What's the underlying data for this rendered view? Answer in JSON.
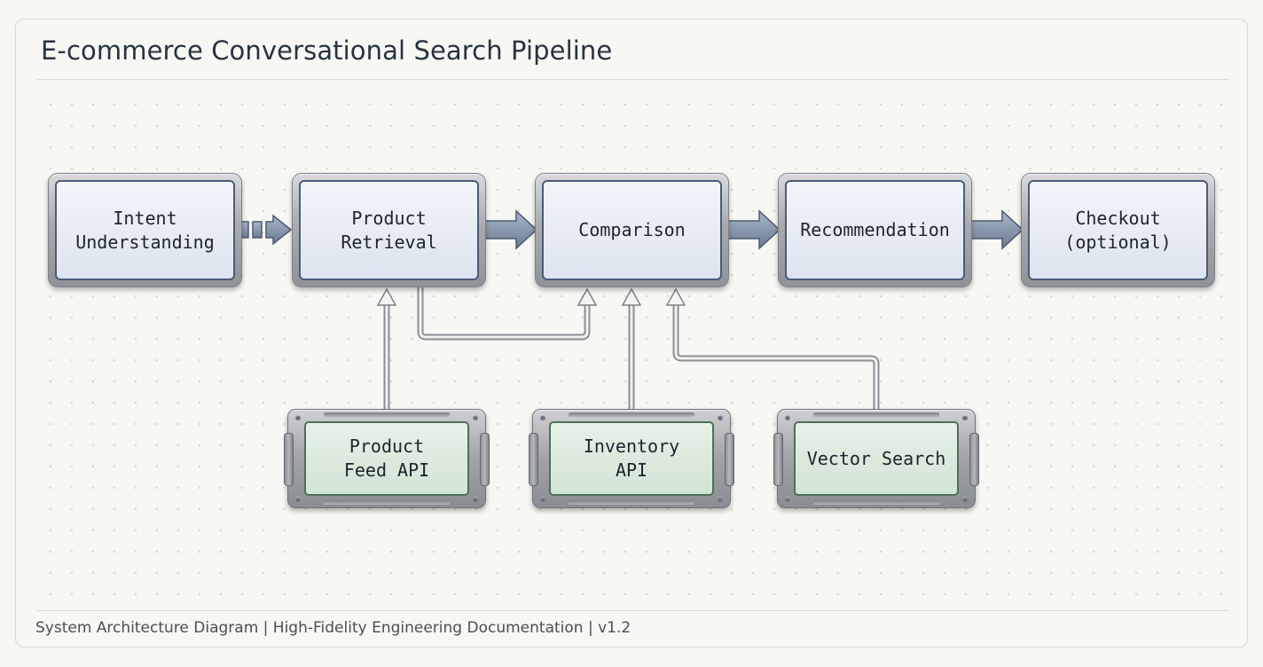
{
  "title": "E-commerce Conversational Search Pipeline",
  "footer": "System Architecture Diagram | High-Fidelity Engineering Documentation | v1.2",
  "pipeline": [
    {
      "id": "intent",
      "label": "Intent\nUnderstanding"
    },
    {
      "id": "retrieval",
      "label": "Product\nRetrieval"
    },
    {
      "id": "comparison",
      "label": "Comparison"
    },
    {
      "id": "recommendation",
      "label": "Recommendation"
    },
    {
      "id": "checkout",
      "label": "Checkout\n(optional)"
    }
  ],
  "sources": [
    {
      "id": "feed",
      "label": "Product\nFeed API"
    },
    {
      "id": "inventory",
      "label": "Inventory\nAPI"
    },
    {
      "id": "vector",
      "label": "Vector Search"
    }
  ],
  "edges": [
    {
      "from": "intent",
      "to": "retrieval",
      "style": "dashed"
    },
    {
      "from": "retrieval",
      "to": "comparison",
      "style": "solid"
    },
    {
      "from": "comparison",
      "to": "recommendation",
      "style": "solid"
    },
    {
      "from": "recommendation",
      "to": "checkout",
      "style": "solid"
    },
    {
      "from": "feed",
      "to": "retrieval",
      "style": "pipe"
    },
    {
      "from": "retrieval",
      "to": "comparison",
      "style": "pipe"
    },
    {
      "from": "inventory",
      "to": "comparison",
      "style": "pipe"
    },
    {
      "from": "vector",
      "to": "comparison",
      "style": "pipe"
    }
  ],
  "colors": {
    "stage_border": "#4a5c78",
    "stage_fill": "#e4e9f2",
    "source_border": "#4f6f5a",
    "source_fill": "#dcebdd",
    "arrow_fill": "#7b8ba2"
  }
}
